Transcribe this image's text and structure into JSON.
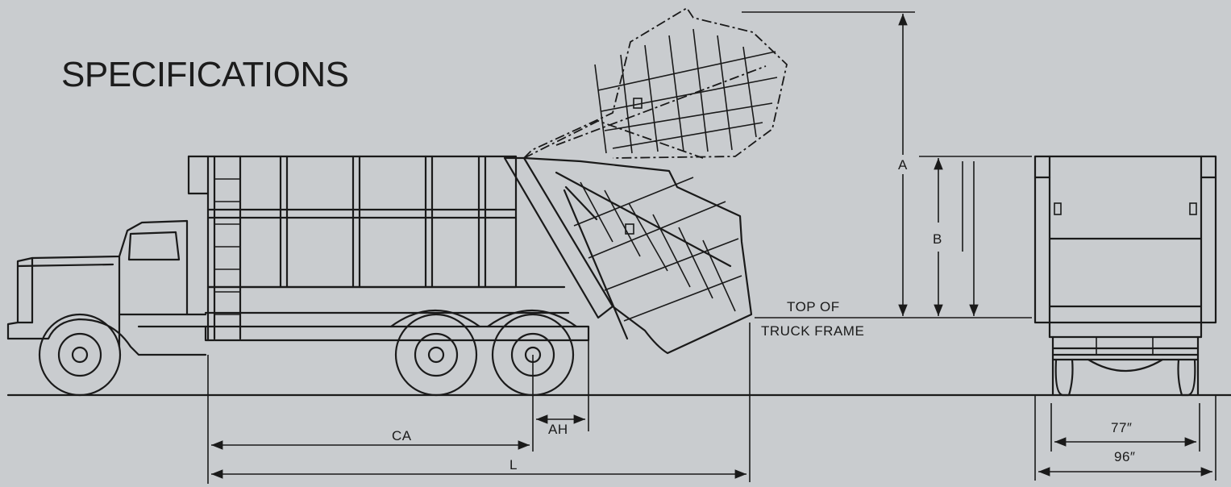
{
  "title": "SPECIFICATIONS",
  "labels": {
    "a": "A",
    "b": "B",
    "top_of_frame_line1": "TOP OF",
    "top_of_frame_line2": "TRUCK FRAME",
    "ca": "CA",
    "ah": "AH",
    "l": "L",
    "width_inner": "77″",
    "width_outer": "96″"
  }
}
